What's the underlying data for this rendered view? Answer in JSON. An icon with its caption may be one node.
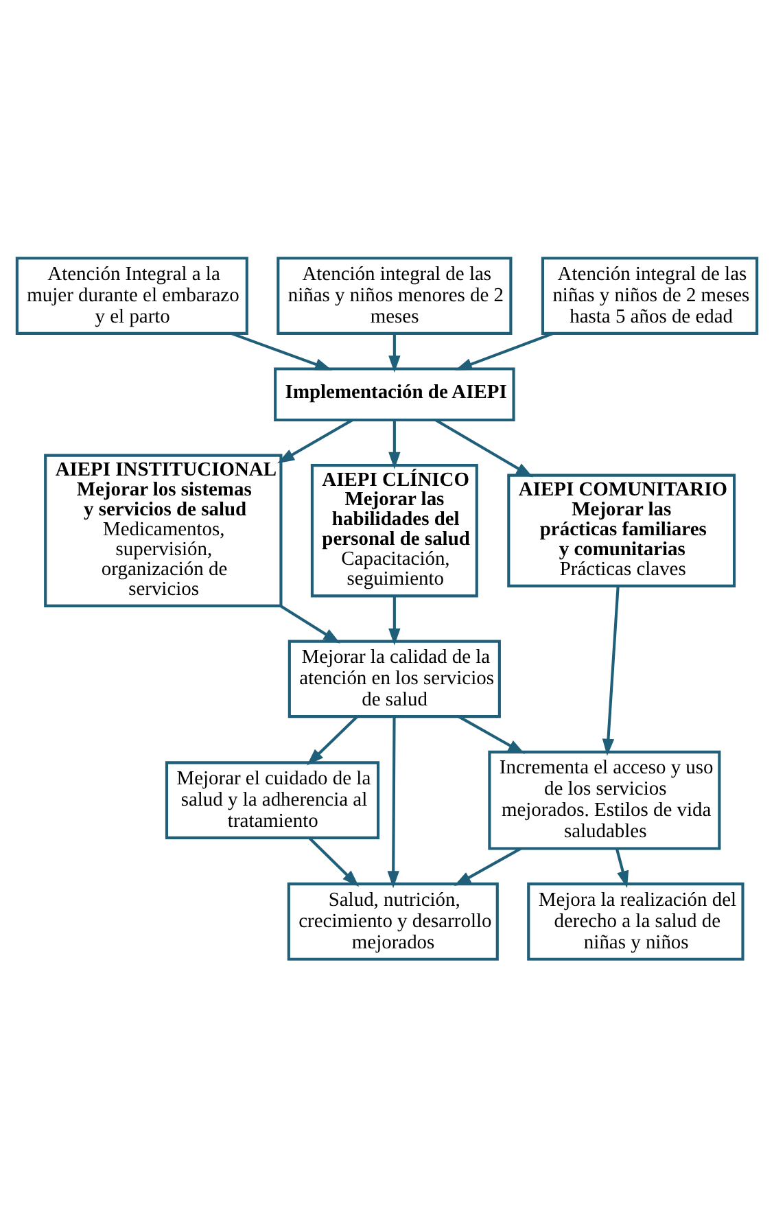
{
  "diagram": {
    "nodes": [
      {
        "text": [
          "Atención Integral a la mujer durante el embarazo y el parto"
        ]
      },
      {
        "text": [
          "Atención integral de las niñas y niños menores de 2 meses"
        ]
      },
      {
        "text": [
          "Atención integral de las niñas y niños de 2 meses hasta 5 años de edad"
        ]
      },
      {
        "text": [
          "Implementación de AIEPI"
        ]
      },
      {
        "text": [
          "AIEPI INSTITUCIONAL",
          "Mejorar los sistemas y servicios de salud",
          "Medicamentos, supervisión, organización de servicios"
        ]
      },
      {
        "text": [
          "AIEPI CLÍNICO",
          "Mejorar las habilidades del personal de salud",
          "Capacitación, seguimiento"
        ]
      },
      {
        "text": [
          "AIEPI COMUNITARIO",
          "Mejorar las prácticas familiares y comunitarias",
          "Prácticas claves"
        ]
      },
      {
        "text": [
          "Mejorar la calidad de la atención en los servicios de salud"
        ]
      },
      {
        "text": [
          "Mejorar el cuidado de la salud y la adherencia al tratamiento"
        ]
      },
      {
        "text": [
          "Incrementa el acceso y uso de los servicios mejorados. Estilos de vida saludables"
        ]
      },
      {
        "text": [
          "Salud, nutrición, crecimiento y desarrollo mejorados"
        ]
      },
      {
        "text": [
          "Mejora la realización del derecho a la salud de niñas y niños"
        ]
      }
    ],
    "edges": [
      {
        "from": 0,
        "to": 3,
        "arrow": "to"
      },
      {
        "from": 1,
        "to": 3,
        "arrow": "to"
      },
      {
        "from": 2,
        "to": 3,
        "arrow": "to"
      },
      {
        "from": 3,
        "to": 4,
        "arrow": "to"
      },
      {
        "from": 3,
        "to": 5,
        "arrow": "to"
      },
      {
        "from": 3,
        "to": 6,
        "arrow": "to"
      },
      {
        "from": 4,
        "to": 7,
        "arrow": "to"
      },
      {
        "from": 5,
        "to": 7,
        "arrow": "to"
      },
      {
        "from": 7,
        "to": 8,
        "arrow": "to"
      },
      {
        "from": 7,
        "to": 10,
        "arrow": "to"
      },
      {
        "from": 7,
        "to": 9,
        "arrow": "to"
      },
      {
        "from": 6,
        "to": 9,
        "arrow": "to"
      },
      {
        "from": 8,
        "to": 10,
        "arrow": "to"
      },
      {
        "from": 9,
        "to": 10,
        "arrow": "to"
      },
      {
        "from": 9,
        "to": 11,
        "arrow": "to"
      }
    ]
  }
}
